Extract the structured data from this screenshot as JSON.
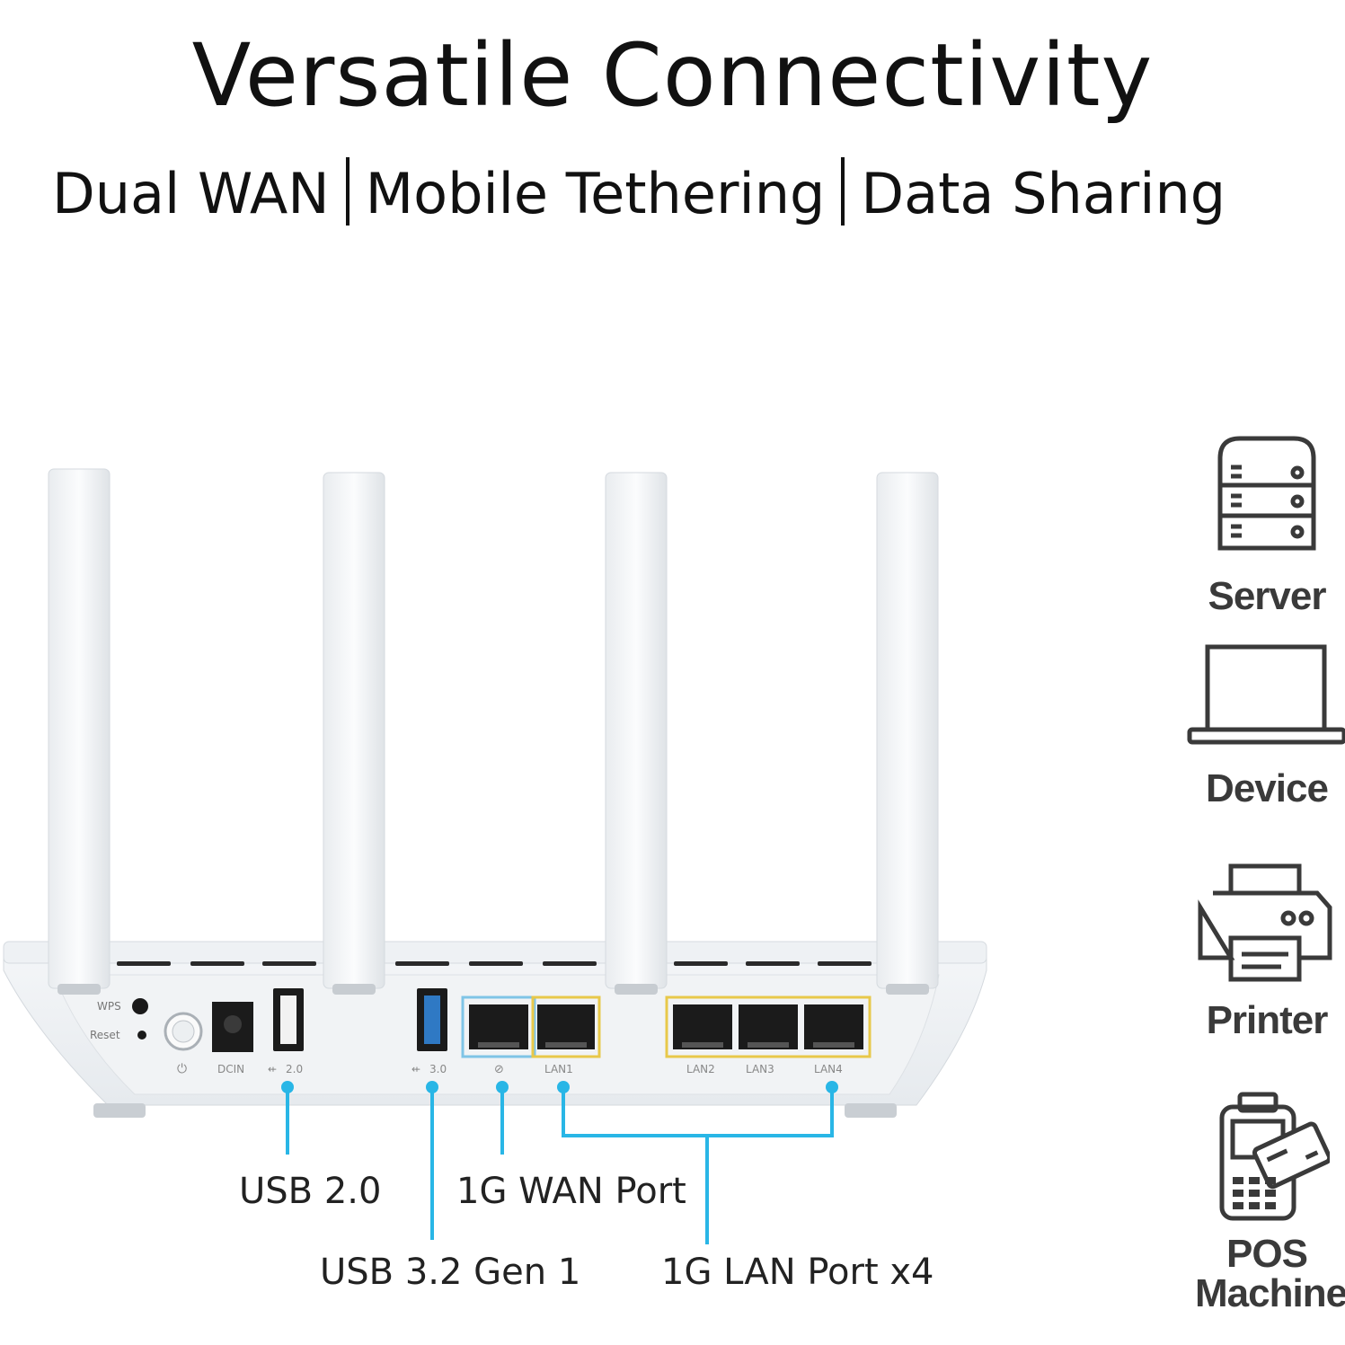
{
  "header": {
    "title": "Versatile Connectivity",
    "features": [
      "Dual WAN",
      "Mobile Tethering",
      "Data Sharing"
    ]
  },
  "router": {
    "port_markings": {
      "wps": "WPS",
      "reset": "Reset",
      "dcin": "DCIN",
      "usb2": "2.0",
      "usb3": "3.0",
      "lan1": "LAN1",
      "lan2": "LAN2",
      "lan3": "LAN3",
      "lan4": "LAN4"
    }
  },
  "callouts": {
    "usb2": "USB 2.0",
    "usb3": "USB 3.2 Gen 1",
    "wan": "1G WAN Port",
    "lan": "1G LAN Port x4"
  },
  "sidebar": {
    "items": [
      {
        "label": "Server",
        "icon": "server-icon"
      },
      {
        "label": "Device",
        "icon": "laptop-icon"
      },
      {
        "label": "Printer",
        "icon": "printer-icon"
      },
      {
        "label": "POS Machine",
        "icon": "pos-terminal-icon"
      }
    ]
  },
  "colors": {
    "callout_line": "#29b6e6",
    "wan_highlight": "#7fc4e6",
    "lan_highlight": "#e8c84a",
    "icon_stroke": "#3a3a3a"
  }
}
